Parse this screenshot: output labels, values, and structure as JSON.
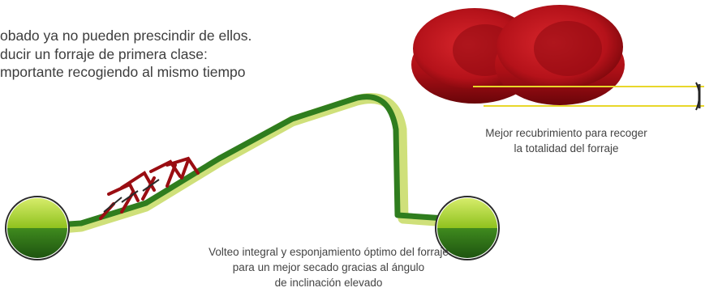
{
  "intro": {
    "lines": [
      "obado ya no pueden prescindir de ellos.",
      "ducir un forraje de primera clase:",
      "mportante recogiendo al mismo tiempo"
    ]
  },
  "captions": {
    "coverage": {
      "lines": [
        "Mejor recubrimiento para recoger",
        "la totalidad del forraje"
      ]
    },
    "tedding": {
      "lines": [
        "Volteo integral y esponjamiento óptimo del forraje",
        "para un mejor secado gracias al ángulo",
        "de inclinación elevado"
      ]
    }
  },
  "colors": {
    "rotor_red": "#c0141c",
    "rotor_dark_red": "#7a070b",
    "track_green": "#2f7d1e",
    "track_light_green": "#cfe07a",
    "ball_green": "#8fc21e",
    "ball_dark_green": "#2b6a14",
    "guide_yellow": "#e8d72a"
  }
}
